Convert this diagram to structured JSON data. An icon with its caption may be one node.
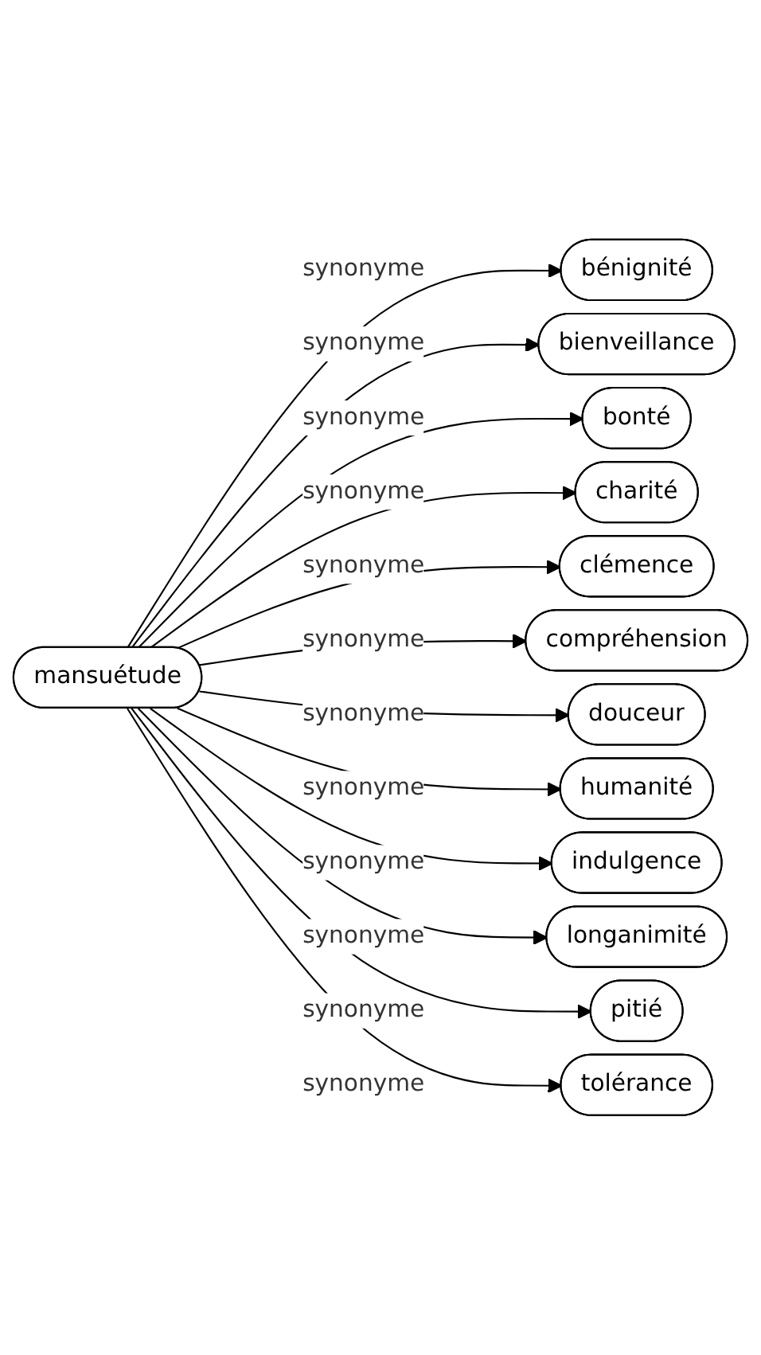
{
  "diagram": {
    "nodes": [
      {
        "text": [
          "mansuétude"
        ]
      },
      {
        "text": [
          "bénignité"
        ]
      },
      {
        "text": [
          "bienveillance"
        ]
      },
      {
        "text": [
          "bonté"
        ]
      },
      {
        "text": [
          "charité"
        ]
      },
      {
        "text": [
          "clémence"
        ]
      },
      {
        "text": [
          "compréhension"
        ]
      },
      {
        "text": [
          "douceur"
        ]
      },
      {
        "text": [
          "humanité"
        ]
      },
      {
        "text": [
          "indulgence"
        ]
      },
      {
        "text": [
          "longanimité"
        ]
      },
      {
        "text": [
          "pitié"
        ]
      },
      {
        "text": [
          "tolérance"
        ]
      }
    ],
    "edges": [
      {
        "from": 0,
        "to": 1,
        "arrow": "to",
        "label": "synonyme"
      },
      {
        "from": 0,
        "to": 2,
        "arrow": "to",
        "label": "synonyme"
      },
      {
        "from": 0,
        "to": 3,
        "arrow": "to",
        "label": "synonyme"
      },
      {
        "from": 0,
        "to": 4,
        "arrow": "to",
        "label": "synonyme"
      },
      {
        "from": 0,
        "to": 5,
        "arrow": "to",
        "label": "synonyme"
      },
      {
        "from": 0,
        "to": 6,
        "arrow": "to",
        "label": "synonyme"
      },
      {
        "from": 0,
        "to": 7,
        "arrow": "to",
        "label": "synonyme"
      },
      {
        "from": 0,
        "to": 8,
        "arrow": "to",
        "label": "synonyme"
      },
      {
        "from": 0,
        "to": 9,
        "arrow": "to",
        "label": "synonyme"
      },
      {
        "from": 0,
        "to": 10,
        "arrow": "to",
        "label": "synonyme"
      },
      {
        "from": 0,
        "to": 11,
        "arrow": "to",
        "label": "synonyme"
      },
      {
        "from": 0,
        "to": 12,
        "arrow": "to",
        "label": "synonyme"
      }
    ]
  }
}
